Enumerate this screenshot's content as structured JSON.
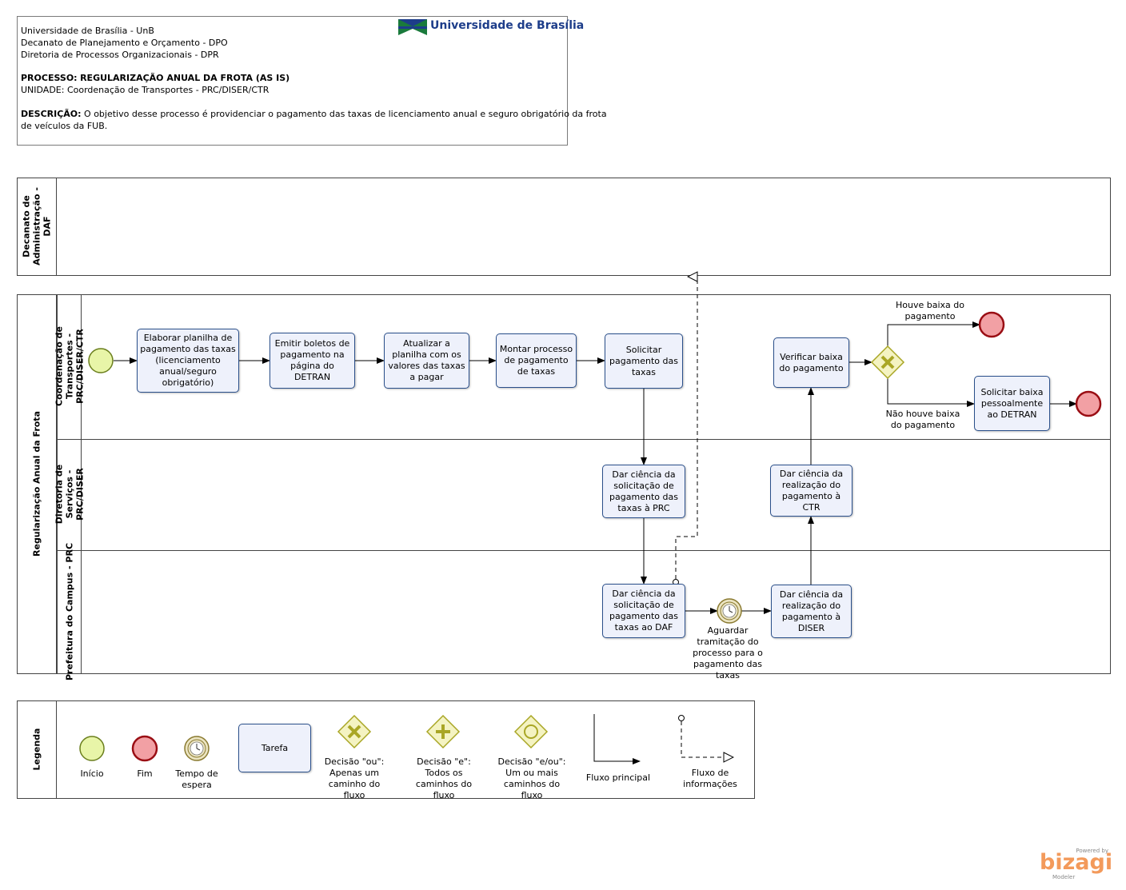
{
  "header": {
    "line1": "Universidade de Brasília - UnB",
    "line2": "Decanato de Planejamento e Orçamento - DPO",
    "line3": "Diretoria de Processos Organizacionais - DPR",
    "processo_label": "PROCESSO:",
    "processo_value": "REGULARIZAÇÃO ANUAL DA FROTA (AS IS)",
    "unidade": "UNIDADE: Coordenação de Transportes - PRC/DISER/CTR",
    "descricao_label": "DESCRIÇÃO:",
    "descricao_1": " O objetivo desse processo é providenciar o pagamento das taxas de licenciamento anual e seguro obrigatório da frota",
    "descricao_2": "de veículos da FUB.",
    "logo_text": "Universidade de Brasília"
  },
  "pools": {
    "daf": "Decanato de Administração - DAF",
    "main": "Regularização Anual da Frota"
  },
  "lanes": {
    "ctr": "Coordenação de Transportes - PRC/DISER/CTR",
    "diser": "Diretoria de Serviços - PRC/DISER",
    "prc": "Prefeitura do Campus - PRC"
  },
  "tasks": {
    "t1": "Elaborar planilha de pagamento das taxas (licenciamento anual/seguro obrigatório)",
    "t2": "Emitir boletos de pagamento na página do DETRAN",
    "t3": "Atualizar a planilha com os valores das taxas a pagar",
    "t4": "Montar processo de pagamento de taxas",
    "t5": "Solicitar pagamento das taxas",
    "t6": "Dar ciência da solicitação de pagamento das taxas à PRC",
    "t7": "Dar ciência da solicitação de pagamento das taxas ao DAF",
    "t8": "Dar ciência da realização do pagamento à DISER",
    "t9": "Dar ciência da realização do pagamento à CTR",
    "t10": "Verificar baixa do pagamento",
    "t11": "Solicitar baixa pessoalmente ao DETRAN"
  },
  "labels": {
    "timer": "Aguardar tramitação do processo para o pagamento das taxas",
    "yes": "Houve baixa do pagamento",
    "no": "Não houve baixa do pagamento"
  },
  "legend": {
    "title": "Legenda",
    "inicio": "Início",
    "fim": "Fim",
    "tempo": "Tempo de espera",
    "tarefa": "Tarefa",
    "ou": "Decisão \"ou\": Apenas um caminho do fluxo",
    "e": "Decisão \"e\": Todos os caminhos do fluxo",
    "eou": "Decisão \"e/ou\": Um ou mais caminhos do fluxo",
    "fluxo_principal": "Fluxo principal",
    "fluxo_info": "Fluxo de informações"
  },
  "branding": {
    "powered": "Powered by",
    "name": "bizagi",
    "sub": "Modeler"
  },
  "colors": {
    "task_border": "#2a4f8a",
    "task_fill": "#eef1fb",
    "start_fill": "#e8f5a8",
    "end_fill": "#f2a0a4",
    "gateway": "#d4d43a",
    "logo_blue": "#1d3d8a",
    "logo_green": "#1a7a3c",
    "bizagi_orange": "#f39a5b"
  }
}
